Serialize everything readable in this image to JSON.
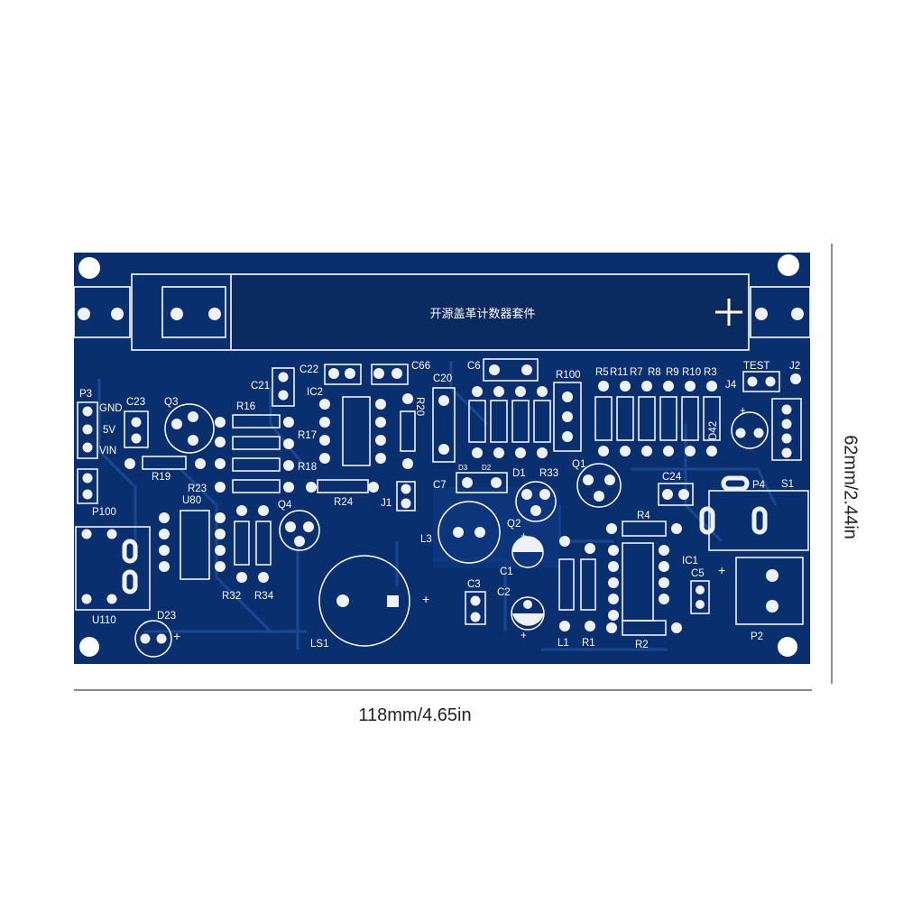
{
  "dimensions": {
    "width": "118mm/4.65in",
    "height": "62mm/2.44in"
  },
  "board": {
    "title": "开源盖革计数器套件",
    "colors": {
      "board": "#0a2f6e",
      "copper": "#143f8a",
      "silk": "#ffffff",
      "pad": "#eef2f7",
      "mask_edge": "#0b2a60"
    },
    "labels": {
      "P3": "P3",
      "GND": "GND",
      "5V": "5V",
      "VIN": "VIN",
      "C23": "C23",
      "Q3": "Q3",
      "R16": "R16",
      "C21": "C21",
      "C22": "C22",
      "C66": "C66",
      "IC2": "IC2",
      "R20": "R20",
      "C20": "C20",
      "C6": "C6",
      "R100": "R100",
      "R5": "R5",
      "R11": "R11",
      "R7": "R7",
      "R8": "R8",
      "R9": "R9",
      "R10": "R10",
      "R3": "R3",
      "TEST": "TEST",
      "J2": "J2",
      "J4": "J4",
      "D42": "D42",
      "R17": "R17",
      "R18": "R18",
      "R19": "R19",
      "R23": "R23",
      "U80": "U80",
      "P100": "P100",
      "Q4": "Q4",
      "R24": "R24",
      "J1": "J1",
      "D3": "D3",
      "D2": "D2",
      "D1": "D1",
      "R33": "R33",
      "Q1": "Q1",
      "C7": "C7",
      "C24": "C24",
      "P4": "P4",
      "S1": "S1",
      "R4": "R4",
      "L3": "L3",
      "Q2": "Q2",
      "IC1": "IC1",
      "C5": "C5",
      "C1": "C1",
      "C3": "C3",
      "C2": "C2",
      "R32": "R32",
      "R34": "R34",
      "U110": "U110",
      "D23": "D23",
      "LS1": "LS1",
      "L1": "L1",
      "R1": "R1",
      "R2": "R2",
      "P2": "P2",
      "plus": "+"
    }
  }
}
